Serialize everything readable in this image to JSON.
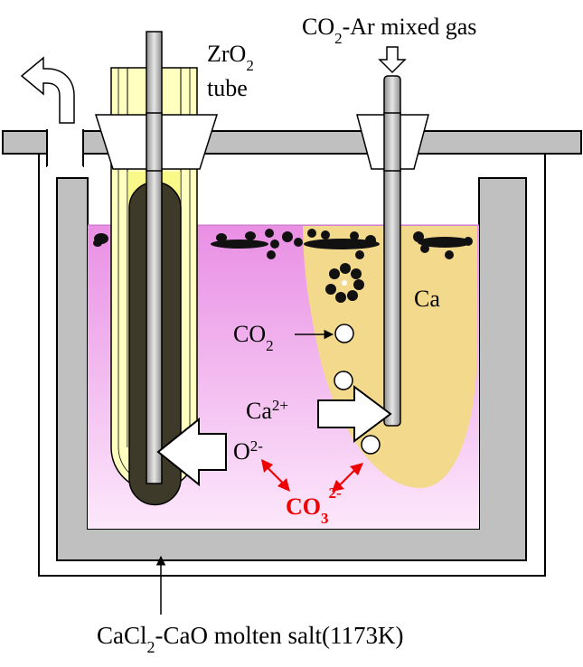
{
  "labels": {
    "zro2_main": "ZrO",
    "zro2_sub": "2",
    "tube": "tube",
    "gas_pre": "CO",
    "gas_sub": "2",
    "gas_post": "-Ar mixed gas",
    "ca": "Ca",
    "co2_main": "CO",
    "co2_sub": "2",
    "ca2_main": "Ca",
    "ca2_sup": "2+",
    "o2_main": "O",
    "o2_sup": "2-",
    "co3_main": "CO",
    "co3_sub": "3",
    "co3_sup": "2-",
    "salt_pre": "CaCl",
    "salt_sub": "2",
    "salt_post": "-CaO molten salt(1173K)"
  },
  "colors": {
    "salt": "#f6c8f2",
    "reaction_zone": "#f3d98c",
    "crucible": "#c0c0c0",
    "electrode": "#3e3a2a",
    "zro2_tube": "#ffffbf",
    "highlight": "#ee0000"
  }
}
